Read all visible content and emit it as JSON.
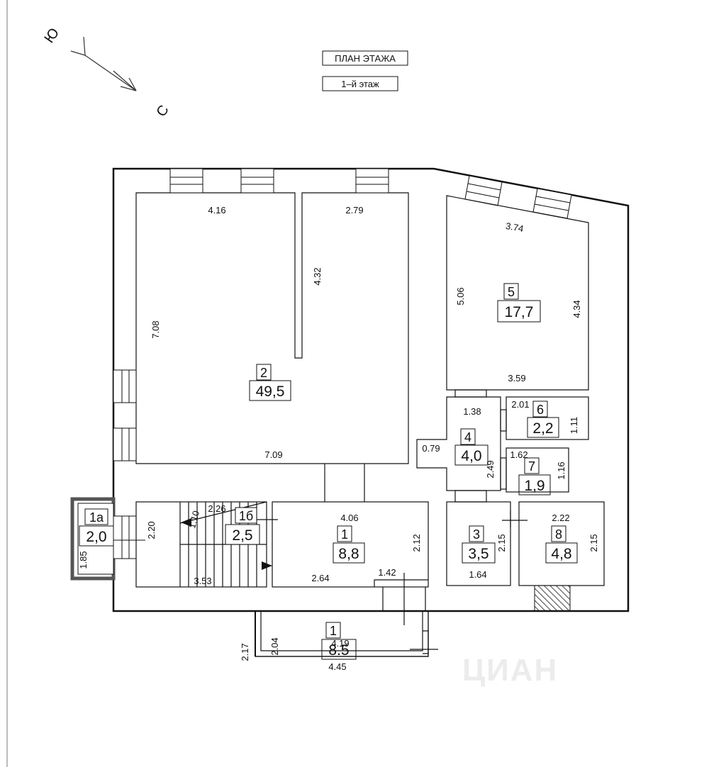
{
  "header": {
    "plan_title": "ПЛАН ЭТАЖА",
    "floor_title": "1–й этаж"
  },
  "compass": {
    "south_label": "Ю",
    "north_label": "С"
  },
  "watermark": "ЦИАН",
  "rooms": [
    {
      "id": "r2",
      "number": "2",
      "area": "49,5"
    },
    {
      "id": "r5",
      "number": "5",
      "area": "17,7"
    },
    {
      "id": "r4",
      "number": "4",
      "area": "4,0"
    },
    {
      "id": "r6",
      "number": "6",
      "area": "2,2"
    },
    {
      "id": "r7",
      "number": "7",
      "area": "1,9"
    },
    {
      "id": "r1a",
      "number": "1а",
      "area": "2,0"
    },
    {
      "id": "r1b",
      "number": "1б",
      "area": "2,5"
    },
    {
      "id": "r1",
      "number": "1",
      "area": "8,8"
    },
    {
      "id": "r3",
      "number": "3",
      "area": "3,5"
    },
    {
      "id": "r8",
      "number": "8",
      "area": "4,8"
    },
    {
      "id": "r1ext",
      "number": "1",
      "area": "8.5"
    }
  ],
  "dimensions": {
    "r2_top_left": "4.16",
    "r2_top_right": "2.79",
    "r2_partition": "4.32",
    "r2_left": "7.08",
    "r2_bottom": "7.09",
    "r5_top": "3.74",
    "r5_left": "5.06",
    "r5_right": "4.34",
    "r5_bottom": "3.59",
    "r4_top": "1.38",
    "r4_left": "0.79",
    "r4_right": "2.49",
    "r6_top": "2.01",
    "r6_right": "1.11",
    "r7_top": "1.62",
    "r7_right": "1.16",
    "r1a_left": "1.85",
    "stair_height": "2.20",
    "stair_top": "2.26",
    "stair_vert": "1.10",
    "stair_bottom": "3.53",
    "r1_top": "4.06",
    "r1_right": "2.12",
    "r1_bottom": "2.64",
    "r1_door": "1.42",
    "r3_right": "2.15",
    "r3_bottom": "1.64",
    "r8_top": "2.22",
    "r8_right": "2.15",
    "ext_outer_left": "2.17",
    "ext_inner_left": "2.04",
    "ext_inner_bottom": "4.19",
    "ext_outer_bottom": "4.45"
  }
}
